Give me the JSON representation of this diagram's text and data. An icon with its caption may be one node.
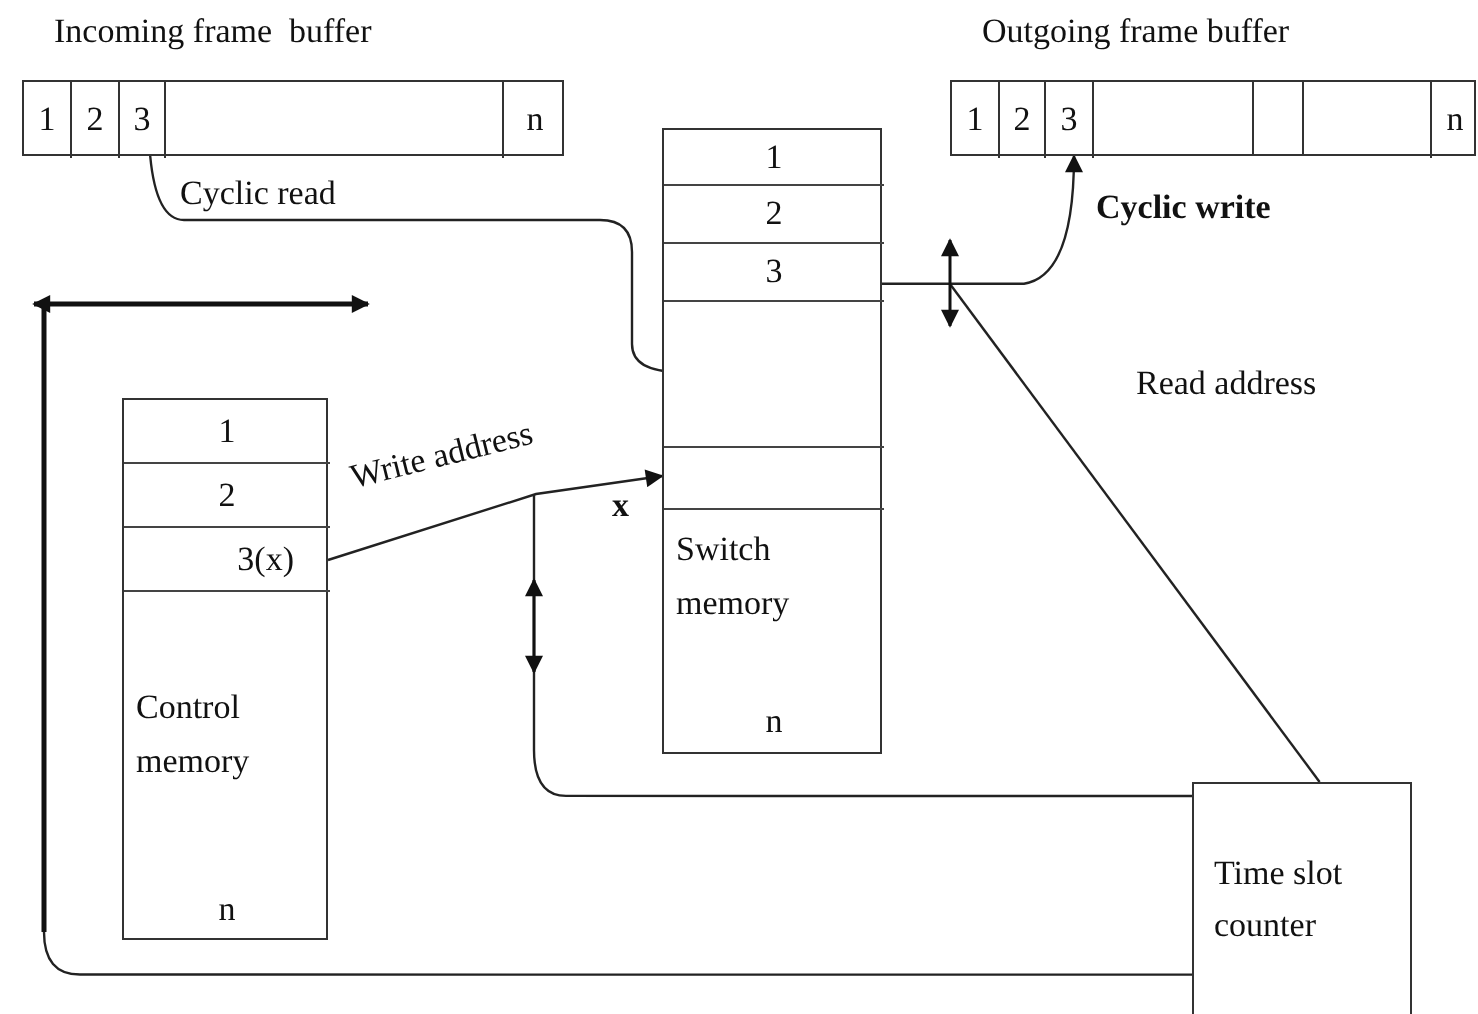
{
  "diagram": {
    "nodes": [
      {
        "text": [
          "Incoming frame  buffer"
        ]
      },
      {
        "text": [
          "1"
        ],
        "in": 0
      },
      {
        "text": [
          "2"
        ],
        "in": 0
      },
      {
        "text": [
          "3"
        ],
        "in": 0
      },
      {
        "text": [
          "n"
        ],
        "in": 0
      },
      {
        "text": [
          "Outgoing frame buffer"
        ]
      },
      {
        "text": [
          "1"
        ],
        "in": 5
      },
      {
        "text": [
          "2"
        ],
        "in": 5
      },
      {
        "text": [
          "3"
        ],
        "in": 5
      },
      {
        "text": [
          "n"
        ],
        "in": 5
      },
      {
        "text": [
          "Switch memory"
        ]
      },
      {
        "text": [
          "1"
        ],
        "in": 10
      },
      {
        "text": [
          "2"
        ],
        "in": 10
      },
      {
        "text": [
          "3"
        ],
        "in": 10
      },
      {
        "text": [],
        "shape": "box",
        "in": 10
      },
      {
        "text": [
          "n"
        ],
        "in": 10
      },
      {
        "text": [
          "Control memory"
        ]
      },
      {
        "text": [
          "1"
        ],
        "in": 16
      },
      {
        "text": [
          "2"
        ],
        "in": 16
      },
      {
        "text": [
          "3(x)"
        ],
        "in": 16
      },
      {
        "text": [
          "n"
        ],
        "in": 16
      },
      {
        "text": [
          "Time slot counter"
        ]
      },
      {
        "text": [],
        "shape": "bar"
      }
    ],
    "edges": [
      {
        "from": 3,
        "to": 14,
        "arrow": "to",
        "label": "Cyclic read"
      },
      {
        "from": 13,
        "to": 8,
        "arrow": "to",
        "label": "Cyclic write"
      },
      {
        "from": 19,
        "to": 14,
        "arrow": "to",
        "label": "Write address"
      },
      {
        "from": 21,
        "to": null,
        "arrow": "none",
        "label": "Read address"
      },
      {
        "from": 21,
        "to": null,
        "arrow": "none"
      },
      {
        "from": 21,
        "to": 22,
        "arrow": "none"
      }
    ],
    "labels": [
      "x"
    ]
  }
}
